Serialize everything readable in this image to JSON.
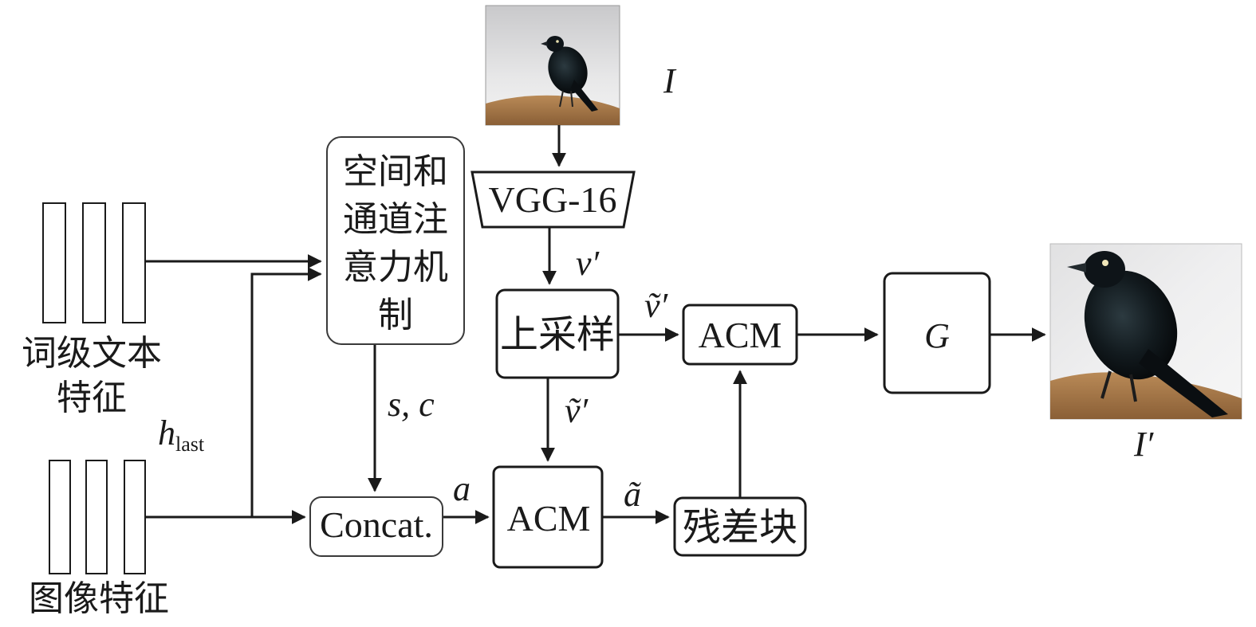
{
  "labels": {
    "attention_line1": "空间和",
    "attention_line2": "通道注",
    "attention_line3": "意力机",
    "attention_line4": "制",
    "vgg": "VGG-16",
    "upsample": "上采样",
    "acm_top": "ACM",
    "acm_bottom": "ACM",
    "generator": "G",
    "concat": "Concat.",
    "residual": "残差块",
    "word_text_line1": "词级文本",
    "word_text_line2": "特征",
    "image_features": "图像特征",
    "input_image": "I",
    "output_image": "I′",
    "v_prime": "v′",
    "v_tilde_right": "ṽ′",
    "v_tilde_down": "ṽ′",
    "s_c": "s, c",
    "a": "a",
    "a_tilde": "ã",
    "h_last_main": "h",
    "h_last_sub": "last"
  },
  "images": {
    "input": "bird-photo-small",
    "output": "bird-photo-large"
  }
}
